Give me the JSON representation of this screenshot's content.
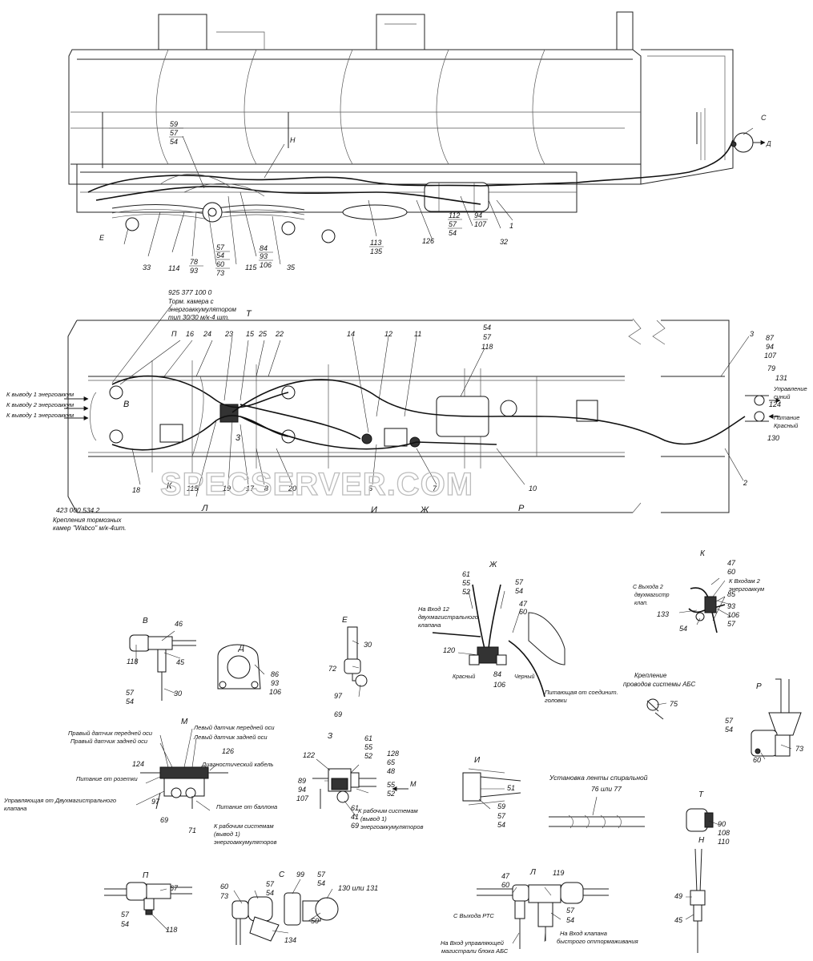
{
  "watermark": "SPECSERVER.COM",
  "side_view": {
    "callouts": [
      {
        "id": "s-c",
        "text": "С"
      },
      {
        "id": "s-d",
        "text": "Д"
      },
      {
        "id": "s-h",
        "text": "Н"
      },
      {
        "id": "s-59",
        "text": "59"
      },
      {
        "id": "s-57a",
        "text": "57"
      },
      {
        "id": "s-54a",
        "text": "54"
      },
      {
        "id": "s-e",
        "text": "Е"
      },
      {
        "id": "s-33",
        "text": "33"
      },
      {
        "id": "s-114",
        "text": "114"
      },
      {
        "id": "s-78",
        "text": "78"
      },
      {
        "id": "s-93a",
        "text": "93"
      },
      {
        "id": "s-57b",
        "text": "57"
      },
      {
        "id": "s-54b",
        "text": "54"
      },
      {
        "id": "s-60",
        "text": "60"
      },
      {
        "id": "s-73",
        "text": "73"
      },
      {
        "id": "s-115",
        "text": "115"
      },
      {
        "id": "s-84",
        "text": "84"
      },
      {
        "id": "s-93b",
        "text": "93"
      },
      {
        "id": "s-106",
        "text": "106"
      },
      {
        "id": "s-35",
        "text": "35"
      },
      {
        "id": "s-113",
        "text": "113"
      },
      {
        "id": "s-135",
        "text": "135"
      },
      {
        "id": "s-126",
        "text": "126"
      },
      {
        "id": "s-112",
        "text": "112"
      },
      {
        "id": "s-57c",
        "text": "57"
      },
      {
        "id": "s-54c",
        "text": "54"
      },
      {
        "id": "s-94",
        "text": "94"
      },
      {
        "id": "s-107",
        "text": "107"
      },
      {
        "id": "s-32",
        "text": "32"
      },
      {
        "id": "s-1",
        "text": "1"
      }
    ]
  },
  "plan_view": {
    "notes": {
      "part_925": "925 377 100 0",
      "torm_1": "Торм. камера с",
      "torm_2": "энергоаккумулятором",
      "torm_3": "тип 30/30 м/к-4 шт.",
      "part_423": "423 000 534 2",
      "krep_1": "Крепления тормозных",
      "krep_2": "камер \"Wabco\" м/к-4шт.",
      "vyvod_1a": "К выводу 1 энергоаккум",
      "vyvod_2": "К выводу 2 энергоаккум",
      "vyvod_1b": "К выводу 1 энергоаккум",
      "upr_1": "Управление",
      "upr_2": "синий",
      "pit_1": "Питание",
      "pit_2": "Красный"
    },
    "callouts": [
      {
        "id": "p-p",
        "text": "П"
      },
      {
        "id": "p-16",
        "text": "16"
      },
      {
        "id": "p-24",
        "text": "24"
      },
      {
        "id": "p-23",
        "text": "23"
      },
      {
        "id": "p-t",
        "text": "Т"
      },
      {
        "id": "p-15",
        "text": "15"
      },
      {
        "id": "p-25",
        "text": "25"
      },
      {
        "id": "p-22",
        "text": "22"
      },
      {
        "id": "p-14",
        "text": "14"
      },
      {
        "id": "p-12",
        "text": "12"
      },
      {
        "id": "p-11",
        "text": "11"
      },
      {
        "id": "p-54",
        "text": "54"
      },
      {
        "id": "p-57",
        "text": "57"
      },
      {
        "id": "p-118",
        "text": "118"
      },
      {
        "id": "p-3a",
        "text": "3"
      },
      {
        "id": "p-87",
        "text": "87"
      },
      {
        "id": "p-94",
        "text": "94"
      },
      {
        "id": "p-107",
        "text": "107"
      },
      {
        "id": "p-79",
        "text": "79"
      },
      {
        "id": "p-131",
        "text": "131"
      },
      {
        "id": "p-124",
        "text": "124"
      },
      {
        "id": "p-130",
        "text": "130"
      },
      {
        "id": "p-2",
        "text": "2"
      },
      {
        "id": "p-b",
        "text": "В"
      },
      {
        "id": "p-3b",
        "text": "3"
      },
      {
        "id": "p-18",
        "text": "18"
      },
      {
        "id": "p-k",
        "text": "К"
      },
      {
        "id": "p-115",
        "text": "115"
      },
      {
        "id": "p-19",
        "text": "19"
      },
      {
        "id": "p-17",
        "text": "17"
      },
      {
        "id": "p-8",
        "text": "8"
      },
      {
        "id": "p-20",
        "text": "20"
      },
      {
        "id": "p-5",
        "text": "5"
      },
      {
        "id": "p-7",
        "text": "7"
      },
      {
        "id": "p-10",
        "text": "10"
      },
      {
        "id": "p-l",
        "text": "Л"
      },
      {
        "id": "p-i",
        "text": "И"
      },
      {
        "id": "p-zh",
        "text": "Ж"
      },
      {
        "id": "p-r",
        "text": "Р"
      }
    ]
  },
  "details": {
    "V": {
      "title": "В",
      "nums": [
        "46",
        "118",
        "45",
        "57",
        "54",
        "30"
      ]
    },
    "D": {
      "title": "Д",
      "nums": [
        "86",
        "93",
        "106"
      ]
    },
    "E": {
      "title": "Е",
      "nums": [
        "30",
        "72",
        "97",
        "69"
      ]
    },
    "ZH": {
      "title": "Ж",
      "nums": [
        "61",
        "55",
        "52",
        "57",
        "54",
        "47",
        "60",
        "120",
        "84",
        "106"
      ],
      "labels": [
        "На Вход 12",
        "двухмагистрального",
        "клапана",
        "Красный",
        "Черный",
        "Питающая от соединит.",
        "головки"
      ]
    },
    "K": {
      "title": "К",
      "nums": [
        "47",
        "60",
        "133",
        "85",
        "93",
        "106",
        "57",
        "54"
      ],
      "labels": [
        "С Выхода 2",
        "двухмагистр",
        "клап.",
        "К Входам 2",
        "энергоаккум"
      ]
    },
    "ABS": {
      "nums": [
        "75"
      ],
      "labels": [
        "Крепление",
        "проводов системы АБС"
      ]
    },
    "R": {
      "title": "Р",
      "nums": [
        "57",
        "54",
        "73",
        "60"
      ]
    },
    "M": {
      "title": "М",
      "nums": [
        "124",
        "126",
        "97",
        "69",
        "71"
      ],
      "labels": [
        "Правый датчик передней оси",
        "Правый датчик задней оси",
        "Левый датчик передней оси",
        "Левый датчик задней оси",
        "Диагностический кабель",
        "Питание от розетки",
        "Управляющая от Двухмагистрального",
        "клапана",
        "Питание от баллона",
        "К рабочим системам",
        "(вывод 1)",
        "энергоаккумуляторов"
      ]
    },
    "Z": {
      "title": "З",
      "nums": [
        "122",
        "61",
        "55",
        "52",
        "128",
        "65",
        "48",
        "55",
        "52",
        "89",
        "94",
        "107",
        "61",
        "41",
        "69"
      ],
      "labels": [
        "К рабочим системам",
        "(вывод 1)",
        "энергоаккумуляторов",
        "М"
      ]
    },
    "I": {
      "title": "И",
      "nums": [
        "51",
        "59",
        "57",
        "54"
      ]
    },
    "SPIRAL": {
      "nums": [],
      "labels": [
        "Установка ленты спиральной",
        "76 или 77"
      ]
    },
    "T": {
      "title": "Т",
      "nums": [
        "90",
        "108",
        "110"
      ]
    },
    "P": {
      "title": "П",
      "nums": [
        "67",
        "57",
        "54",
        "118"
      ]
    },
    "S": {
      "title": "С",
      "nums": [
        "99",
        "57",
        "54",
        "60",
        "73",
        "57",
        "54",
        "130 или 131",
        "50",
        "134"
      ]
    },
    "L": {
      "title": "Л",
      "nums": [
        "47",
        "60",
        "119",
        "57",
        "54"
      ],
      "labels": [
        "С Выхода РТС",
        "На Вход клапана",
        "быстрого оттормаживания",
        "На Вход управляющей",
        "магистрали блока АБС"
      ]
    },
    "H": {
      "title": "Н",
      "nums": [
        "49",
        "45"
      ]
    }
  }
}
